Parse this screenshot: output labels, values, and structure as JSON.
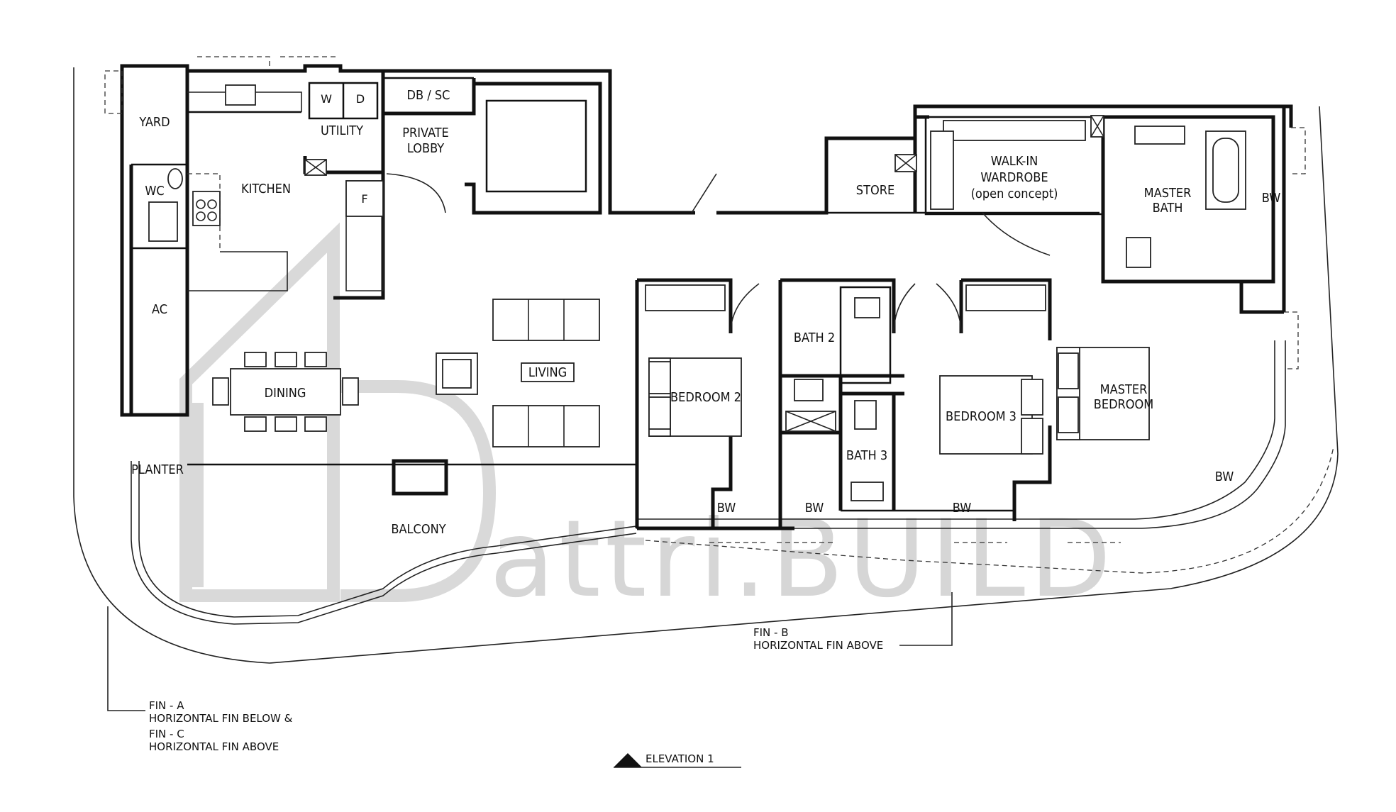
{
  "plan": {
    "rooms": {
      "yard": "YARD",
      "wc": "WC",
      "ac": "AC",
      "planter": "PLANTER",
      "kitchen": "KITCHEN",
      "utility": "UTILITY",
      "washer": "W",
      "dryer": "D",
      "fridge": "F",
      "db_sc": "DB / SC",
      "private_lobby_1": "PRIVATE",
      "private_lobby_2": "LOBBY",
      "dining": "DINING",
      "living": "LIVING",
      "balcony": "BALCONY",
      "bedroom2": "BEDROOM 2",
      "bath2": "BATH 2",
      "bath3": "BATH 3",
      "bedroom3": "BEDROOM 3",
      "store": "STORE",
      "walkin_1": "WALK-IN",
      "walkin_2": "WARDROBE",
      "walkin_3": "(open concept)",
      "master_bath_1": "MASTER",
      "master_bath_2": "BATH",
      "master_bedroom_1": "MASTER",
      "master_bedroom_2": "BEDROOM",
      "bw": "BW"
    },
    "notes": {
      "fin_a_1": "FIN - A",
      "fin_a_2": "HORIZONTAL FIN BELOW &",
      "fin_c_1": "FIN - C",
      "fin_c_2": "HORIZONTAL FIN ABOVE",
      "fin_b_1": "FIN - B",
      "fin_b_2": "HORIZONTAL FIN ABOVE"
    },
    "elevation": "ELEVATION 1",
    "watermark": "attri.BUILD"
  }
}
